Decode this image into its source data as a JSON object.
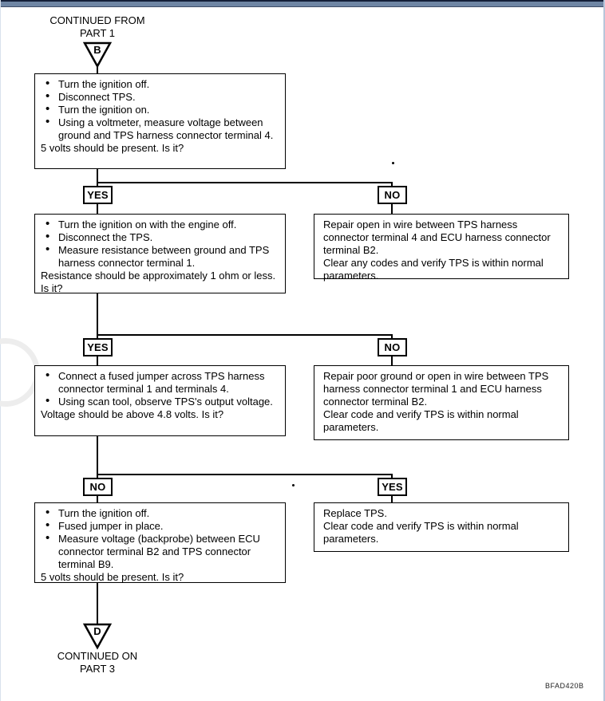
{
  "header": {
    "label": "CONTINUED FROM",
    "part": "PART 1",
    "connector_letter": "B"
  },
  "footer": {
    "label": "CONTINUED ON",
    "part": "PART 3",
    "connector_letter": "D",
    "figure_code": "BFAD420B"
  },
  "decisions": [
    {
      "left": "YES",
      "right": "NO"
    },
    {
      "left": "YES",
      "right": "NO"
    },
    {
      "left": "NO",
      "right": "YES"
    }
  ],
  "steps": [
    {
      "items": [
        "Turn the ignition off.",
        "Disconnect TPS.",
        "Turn the ignition on.",
        "Using a voltmeter, measure voltage between ground and TPS harness connector terminal 4."
      ],
      "question": "5 volts should be present. Is it?"
    },
    {
      "items": [
        "Turn the ignition on with the engine off.",
        "Disconnect the TPS.",
        "Measure resistance between ground and TPS harness connector terminal 1."
      ],
      "question": "Resistance should be approximately 1 ohm or less. Is it?"
    },
    {
      "items": [
        "Connect a fused jumper across TPS harness connector terminal 1 and terminals 4.",
        "Using scan tool, observe TPS's output voltage."
      ],
      "question": "Voltage should be above 4.8 volts. Is it?"
    },
    {
      "items": [
        "Turn the ignition off.",
        "Fused jumper in place.",
        "Measure voltage (backprobe) between ECU connector terminal B2 and TPS connector terminal B9."
      ],
      "question": "5 volts should be present. Is it?"
    }
  ],
  "results": [
    {
      "lines": [
        "Repair open in wire between TPS harness connector terminal 4 and ECU harness connector terminal B2.",
        "Clear any codes and verify TPS is within normal parameters."
      ]
    },
    {
      "lines": [
        "Repair poor ground or open in wire between TPS harness connector terminal 1 and ECU harness connector terminal B2.",
        "Clear code and verify TPS is within normal parameters."
      ]
    },
    {
      "lines": [
        "Replace TPS.",
        "Clear code and verify TPS is within normal parameters."
      ]
    }
  ],
  "colors": {
    "top_bar": "#6f86a4",
    "top_bar_edge": "#141f38",
    "page_edge": "#b8c6da",
    "ink": "#000000",
    "paper": "#ffffff"
  }
}
